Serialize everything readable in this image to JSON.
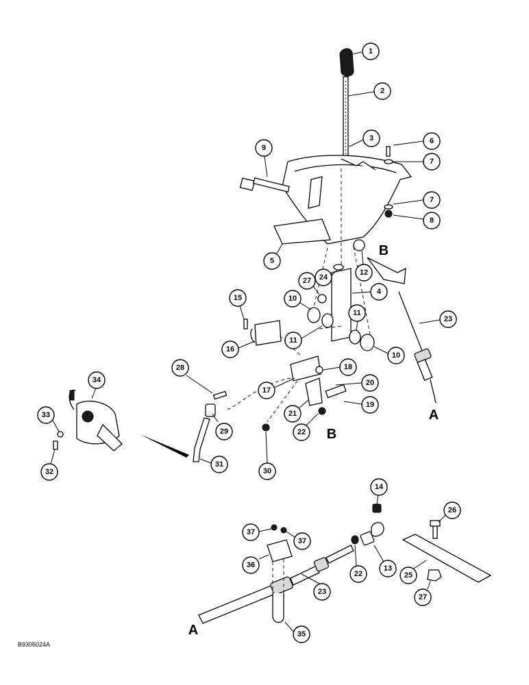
{
  "figure_id": "B9305024A",
  "reference_letters": {
    "a": "A",
    "b": "B"
  },
  "callouts": {
    "c1": "1",
    "c2": "2",
    "c3": "3",
    "c4": "4",
    "c5": "5",
    "c6": "6",
    "c7a": "7",
    "c7b": "7",
    "c8": "8",
    "c9": "9",
    "c10a": "10",
    "c10b": "10",
    "c11a": "11",
    "c11b": "11",
    "c12": "12",
    "c13": "13",
    "c14": "14",
    "c15": "15",
    "c16": "16",
    "c17": "17",
    "c18": "18",
    "c19": "19",
    "c20": "20",
    "c21": "21",
    "c22a": "22",
    "c22b": "22",
    "c23a": "23",
    "c23b": "23",
    "c24": "24",
    "c25": "25",
    "c26": "26",
    "c27a": "27",
    "c27b": "27",
    "c28": "28",
    "c29": "29",
    "c30": "30",
    "c31": "31",
    "c32": "32",
    "c33": "33",
    "c34": "34",
    "c35": "35",
    "c36": "36",
    "c37a": "37",
    "c37b": "37"
  }
}
